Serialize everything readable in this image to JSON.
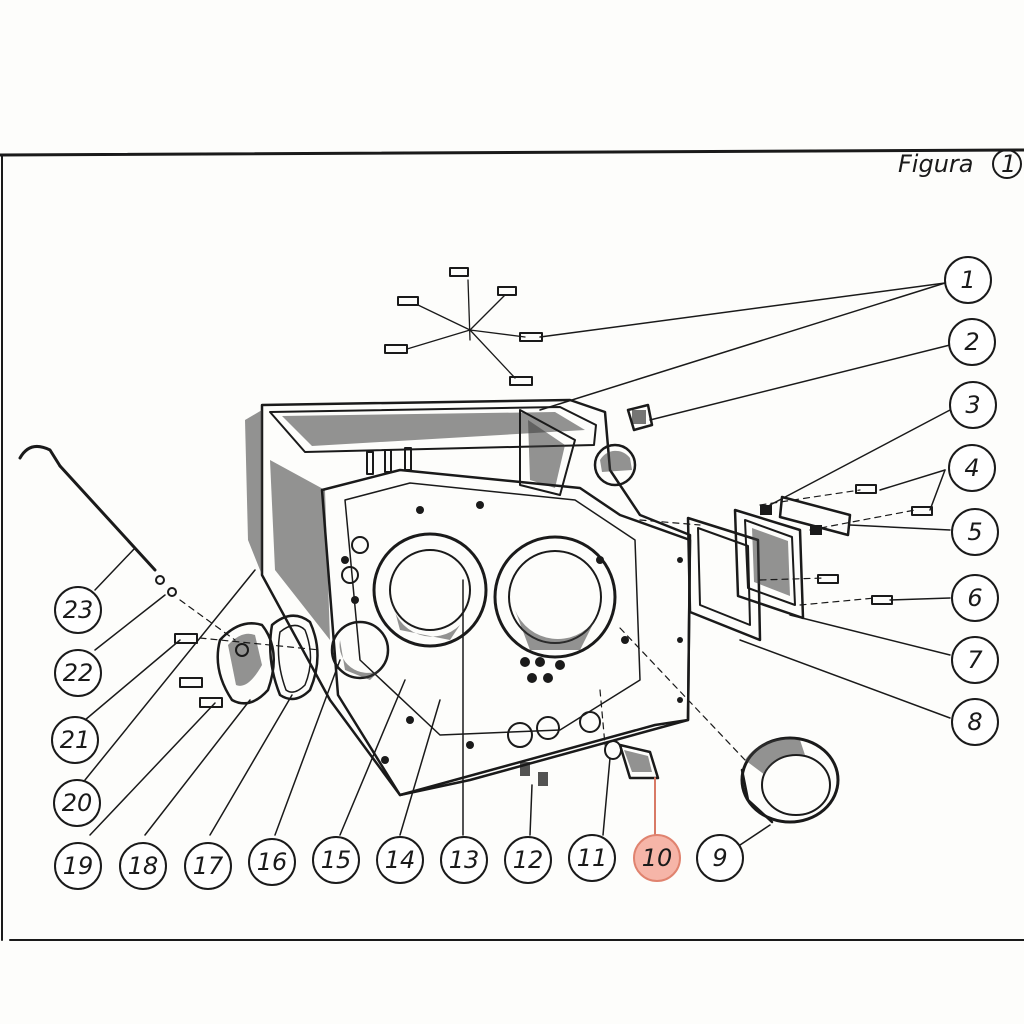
{
  "figure": {
    "title": "Figura",
    "number": "1"
  },
  "colors": {
    "ink": "#1a1a1a",
    "highlight_fill": "#f6b5a8",
    "highlight_stroke": "#e0836f"
  },
  "callouts": [
    {
      "label": "1"
    },
    {
      "label": "2"
    },
    {
      "label": "3"
    },
    {
      "label": "4"
    },
    {
      "label": "5"
    },
    {
      "label": "6"
    },
    {
      "label": "7"
    },
    {
      "label": "8"
    },
    {
      "label": "9"
    },
    {
      "label": "10",
      "highlighted": true
    },
    {
      "label": "11"
    },
    {
      "label": "12"
    },
    {
      "label": "13"
    },
    {
      "label": "14"
    },
    {
      "label": "15"
    },
    {
      "label": "16"
    },
    {
      "label": "17"
    },
    {
      "label": "18"
    },
    {
      "label": "19"
    },
    {
      "label": "20"
    },
    {
      "label": "21"
    },
    {
      "label": "22"
    },
    {
      "label": "23"
    }
  ]
}
